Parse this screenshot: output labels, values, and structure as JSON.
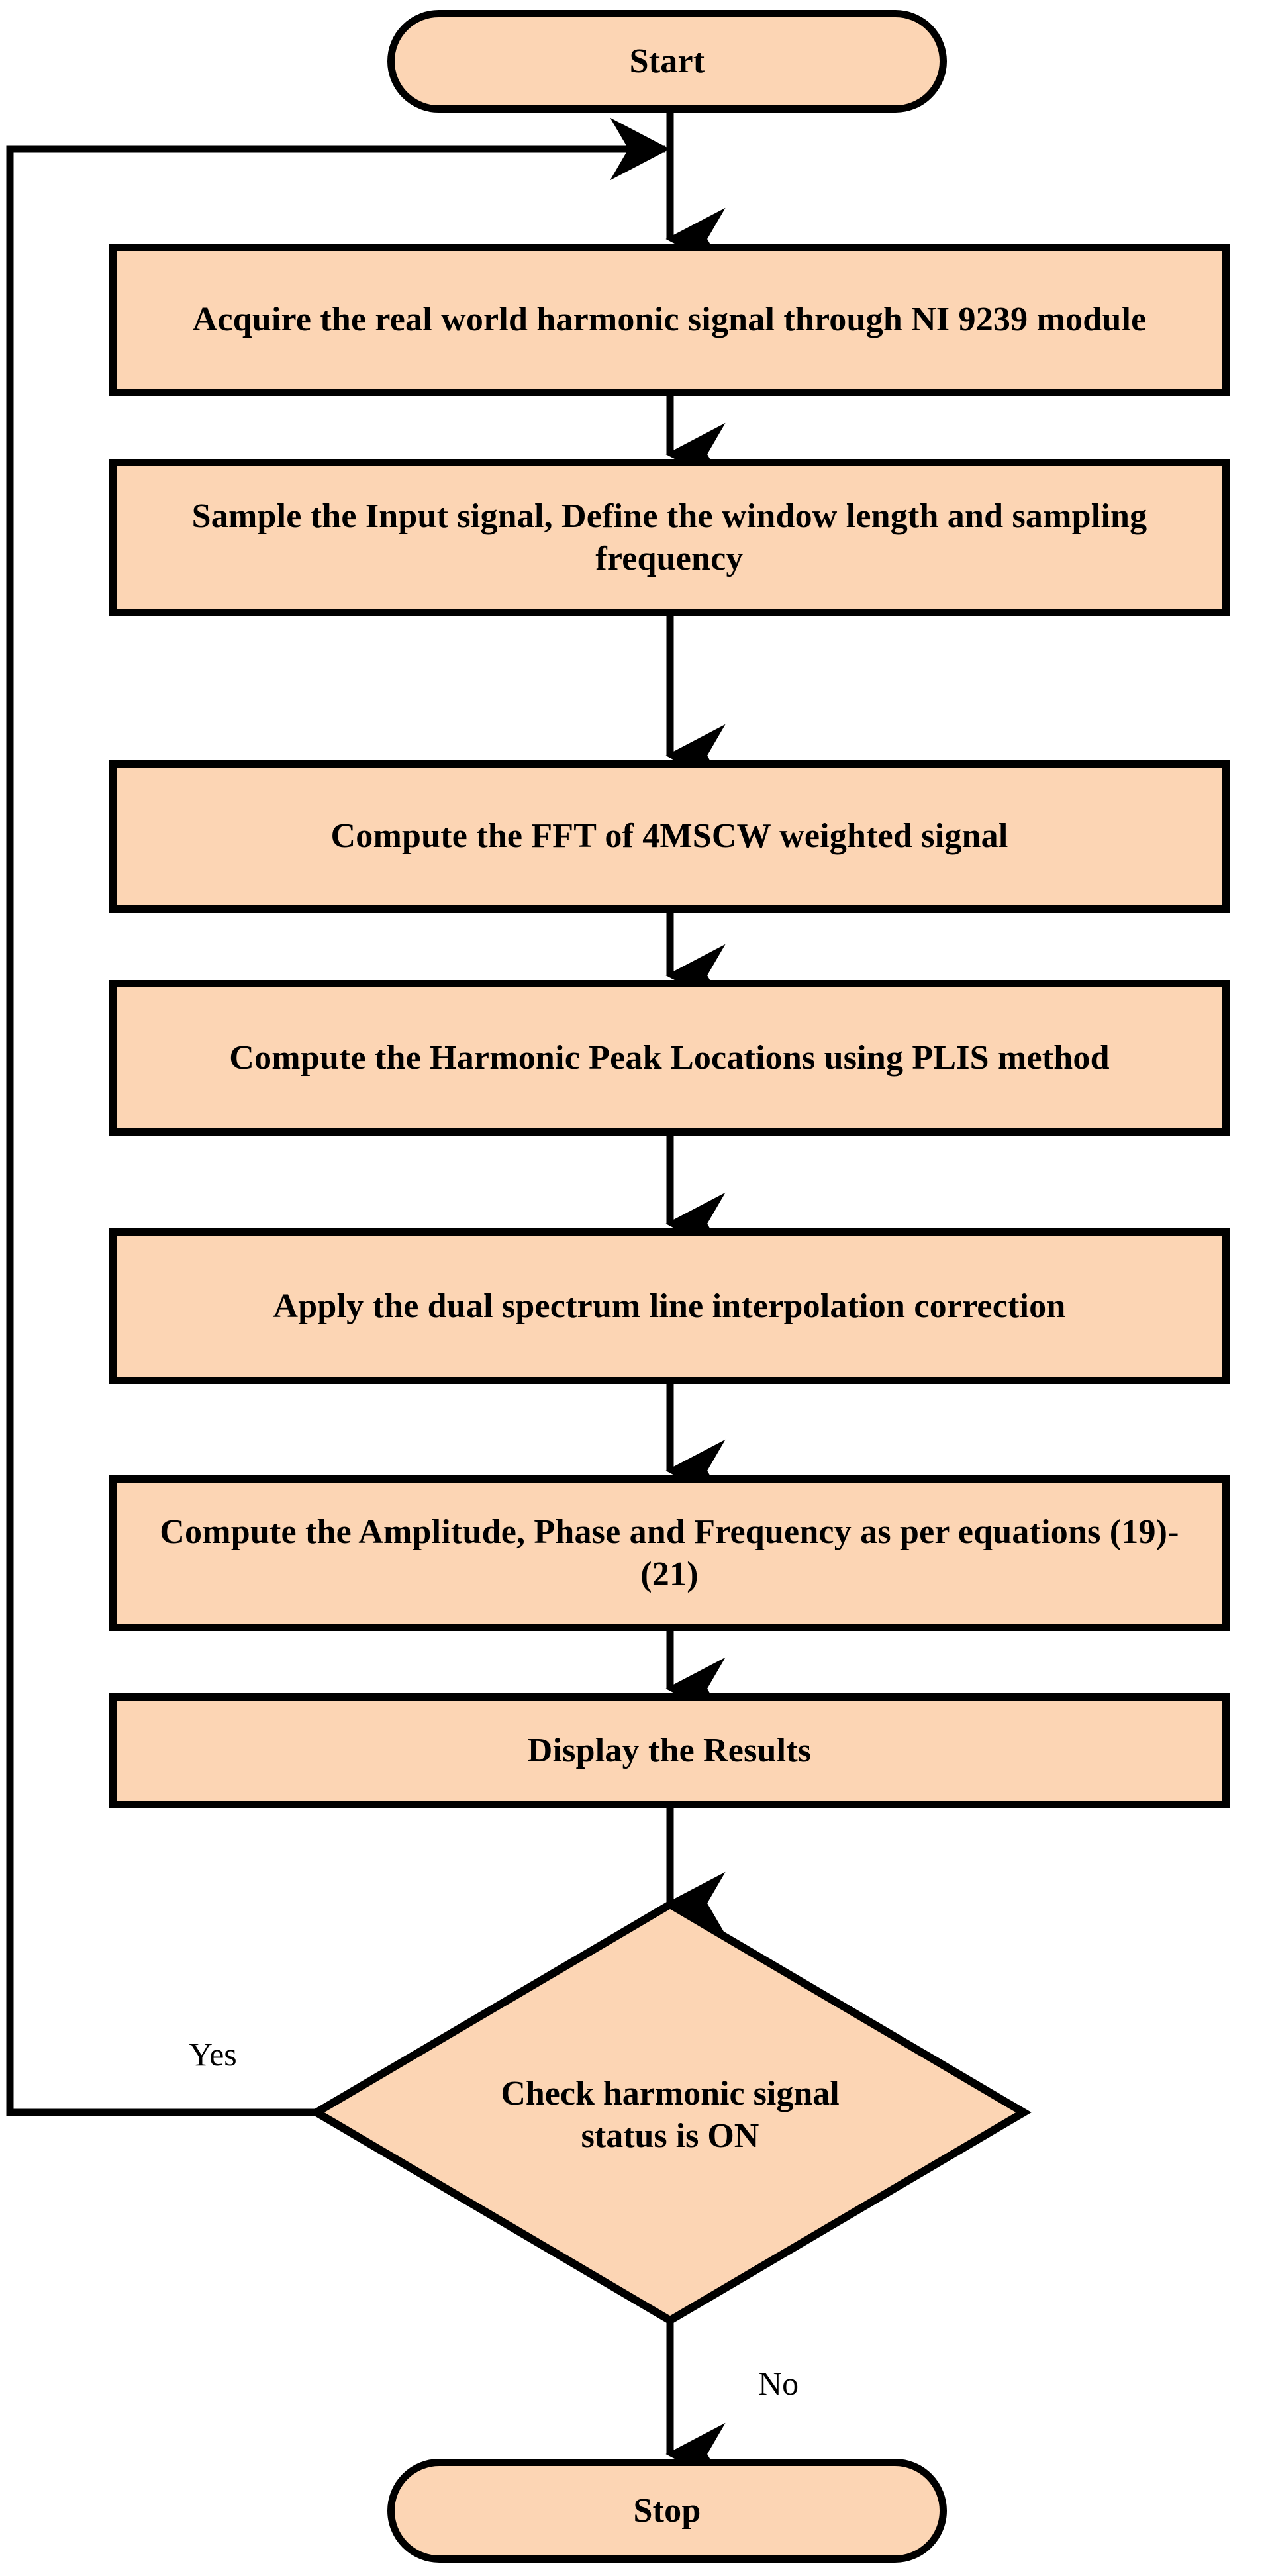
{
  "diagram": {
    "title": "Harmonic measurement algorithm flowchart",
    "type": "flowchart",
    "colors": {
      "node_fill": "#FCD5B4",
      "stroke": "#000000",
      "background": "#FFFFFF",
      "text": "#000000"
    },
    "nodes": [
      {
        "id": "start",
        "shape": "terminator",
        "label": "Start"
      },
      {
        "id": "acquire",
        "shape": "process",
        "label": "Acquire the real world harmonic signal through NI 9239 module"
      },
      {
        "id": "sample",
        "shape": "process",
        "label": "Sample the Input signal, Define the window length and sampling frequency"
      },
      {
        "id": "fft",
        "shape": "process",
        "label": "Compute the FFT of 4MSCW weighted signal"
      },
      {
        "id": "peaks",
        "shape": "process",
        "label": "Compute the Harmonic Peak Locations using PLIS method"
      },
      {
        "id": "interp",
        "shape": "process",
        "label": "Apply the dual spectrum line interpolation correction"
      },
      {
        "id": "compute",
        "shape": "process",
        "label": "Compute the Amplitude, Phase and Frequency as per equations (19)-(21)"
      },
      {
        "id": "display",
        "shape": "process",
        "label": "Display the Results"
      },
      {
        "id": "decision",
        "shape": "decision",
        "label": "Check harmonic signal status is ON"
      },
      {
        "id": "stop",
        "shape": "terminator",
        "label": "Stop"
      }
    ],
    "edge_labels": {
      "yes": "Yes",
      "no": "No"
    },
    "edges": [
      {
        "from": "start",
        "to": "acquire",
        "label": ""
      },
      {
        "from": "acquire",
        "to": "sample",
        "label": ""
      },
      {
        "from": "sample",
        "to": "fft",
        "label": ""
      },
      {
        "from": "fft",
        "to": "peaks",
        "label": ""
      },
      {
        "from": "peaks",
        "to": "interp",
        "label": ""
      },
      {
        "from": "interp",
        "to": "compute",
        "label": ""
      },
      {
        "from": "compute",
        "to": "display",
        "label": ""
      },
      {
        "from": "display",
        "to": "decision",
        "label": ""
      },
      {
        "from": "decision",
        "to": "acquire",
        "label": "Yes"
      },
      {
        "from": "decision",
        "to": "stop",
        "label": "No"
      }
    ]
  }
}
